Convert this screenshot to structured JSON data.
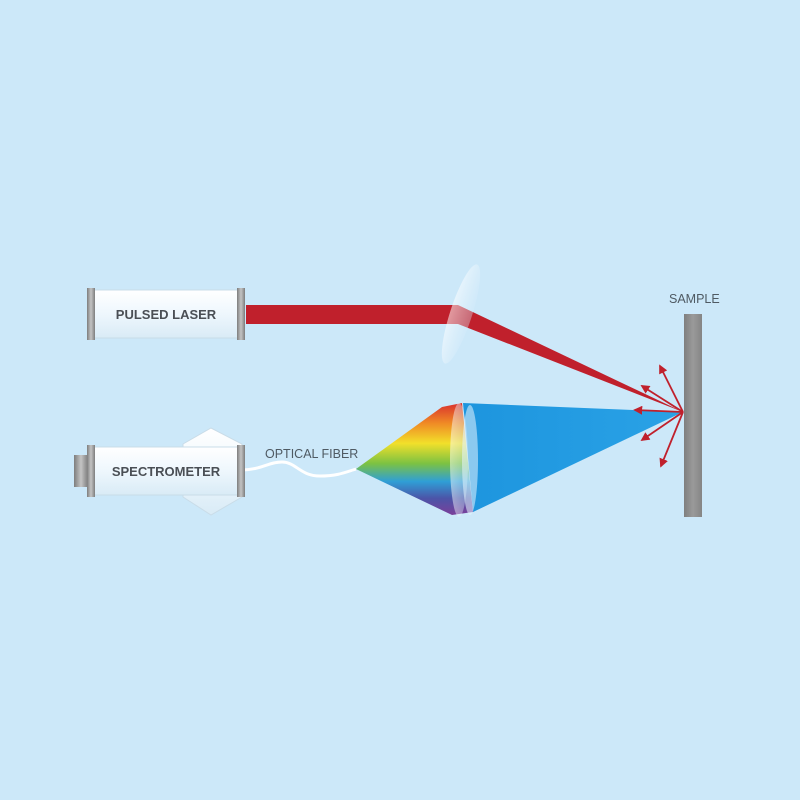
{
  "diagram": {
    "labels": {
      "pulsed_laser": "PULSED LASER",
      "spectrometer": "SPECTROMETER",
      "optical_fiber": "OPTICAL FIBER",
      "sample": "SAMPLE"
    },
    "colors": {
      "background": "#cce8f9",
      "laser_beam": "#c0202c",
      "collected_light": "#1f9be0",
      "sample_plate": "#8c8c8c",
      "device_body": "#f2f9fe",
      "device_cap": "#9a9a9a",
      "scatter_arrows": "#c0202c"
    }
  }
}
